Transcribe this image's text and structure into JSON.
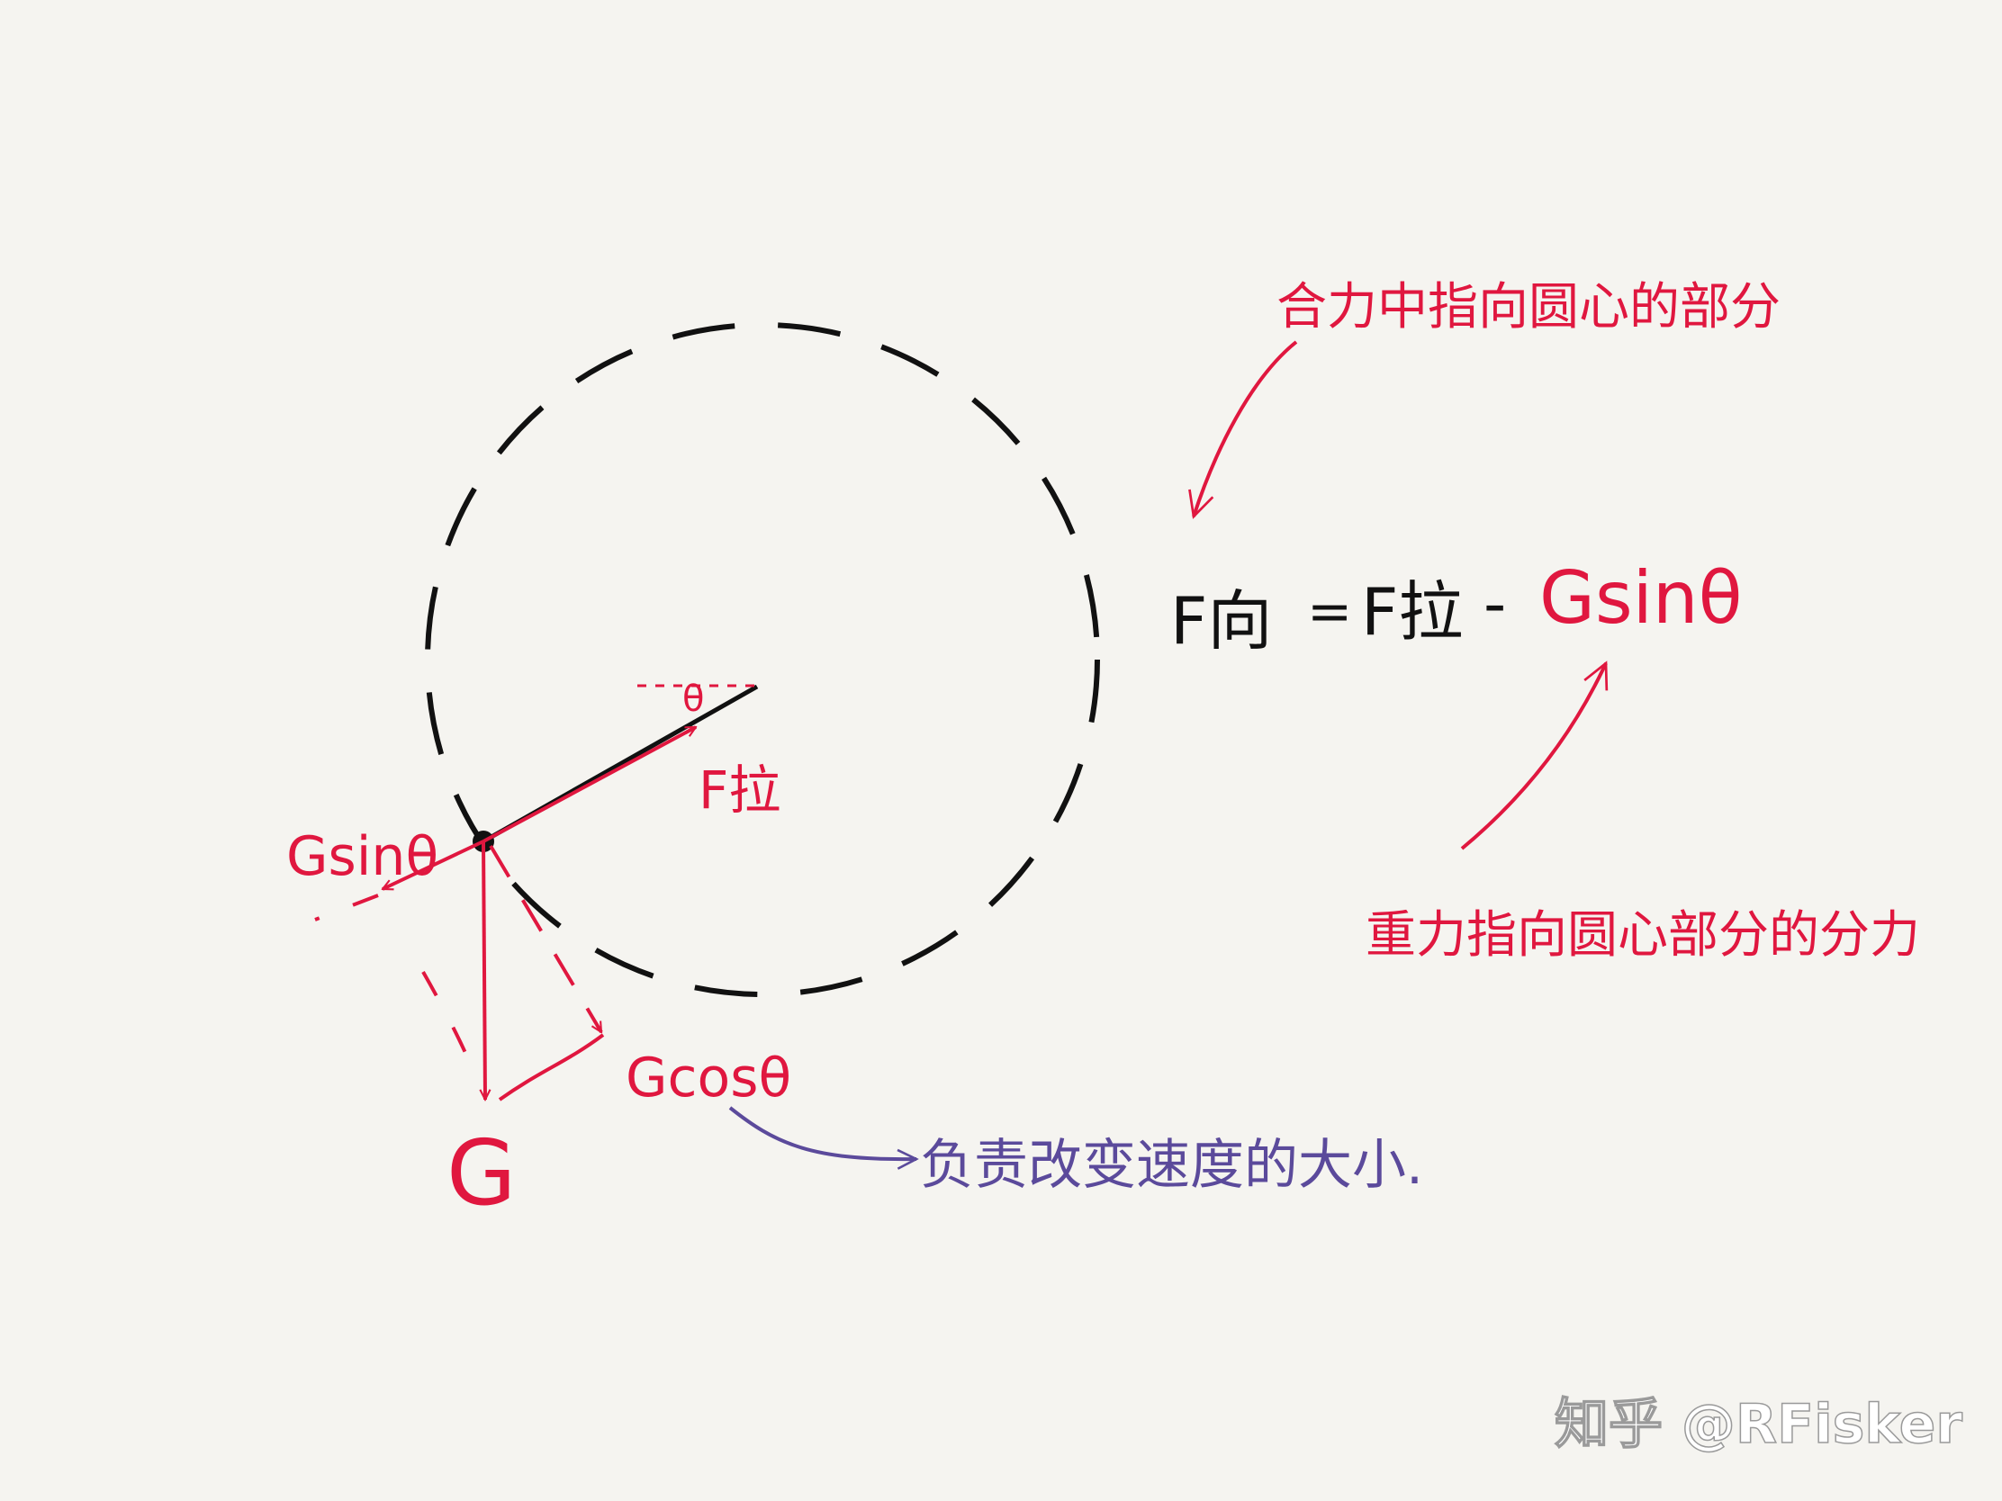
{
  "colors": {
    "background": "#f5f4f0",
    "force": "#e0173f",
    "rope": "#111111",
    "note": "#5b4a9b"
  },
  "labels": {
    "tension": "F拉",
    "angle": "θ",
    "gravity": "G",
    "gravity_sin": "Gsinθ",
    "gravity_cos": "Gcosθ"
  },
  "equation": {
    "lhs": "F向",
    "equals": "=",
    "tension": "F拉",
    "minus": "-",
    "component": "Gsinθ"
  },
  "annotations": {
    "net_force_note": "合力中指向圆心的部分",
    "gravity_component_note": "重力指向圆心部分的分力",
    "cos_note": "负责改变速度的大小."
  },
  "watermark": "知乎 @RFisker"
}
